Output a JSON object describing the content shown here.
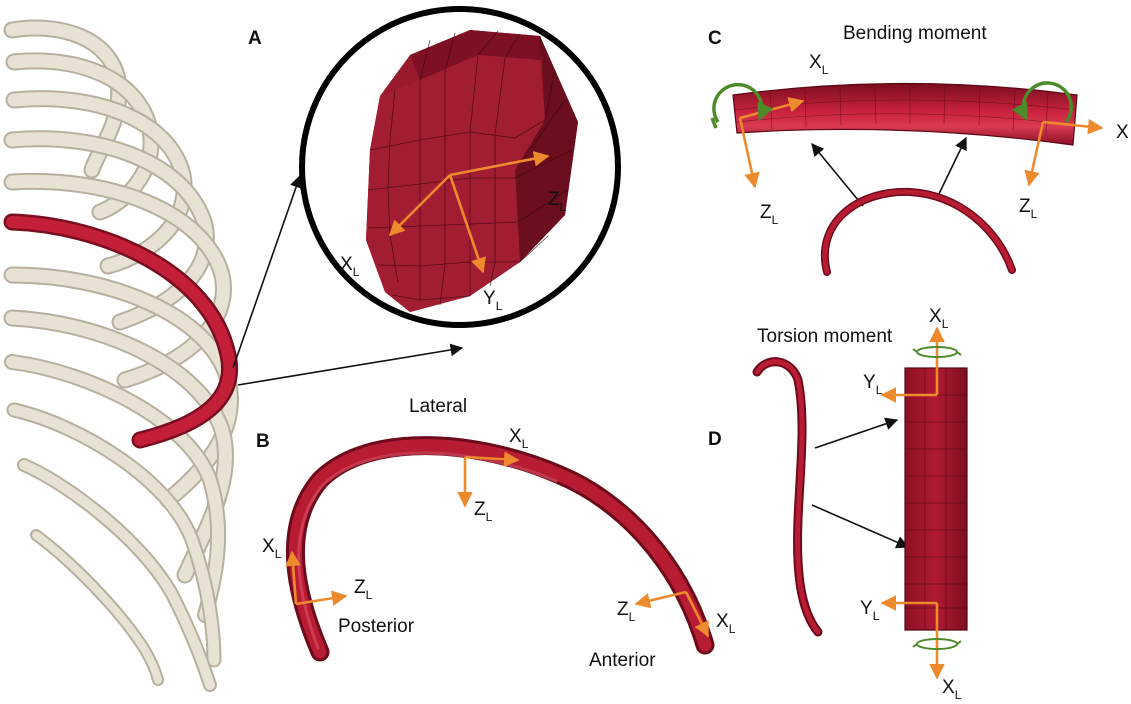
{
  "panels": {
    "a": "A",
    "b": "B",
    "c": "C",
    "d": "D"
  },
  "labels": {
    "bending_moment": "Bending moment",
    "torsion_moment": "Torsion moment",
    "lateral": "Lateral",
    "posterior": "Posterior",
    "anterior": "Anterior"
  },
  "axes": {
    "x": "X",
    "y": "Y",
    "z": "Z",
    "subscript": "L"
  },
  "colors": {
    "rib_highlight": "#b0182e",
    "rib_dark": "#8a1024",
    "bone": "#e7e2d4",
    "axis_arrow": "#ee8a2e",
    "moment_arrow": "#4c8a2a",
    "pointer": "#111111"
  }
}
